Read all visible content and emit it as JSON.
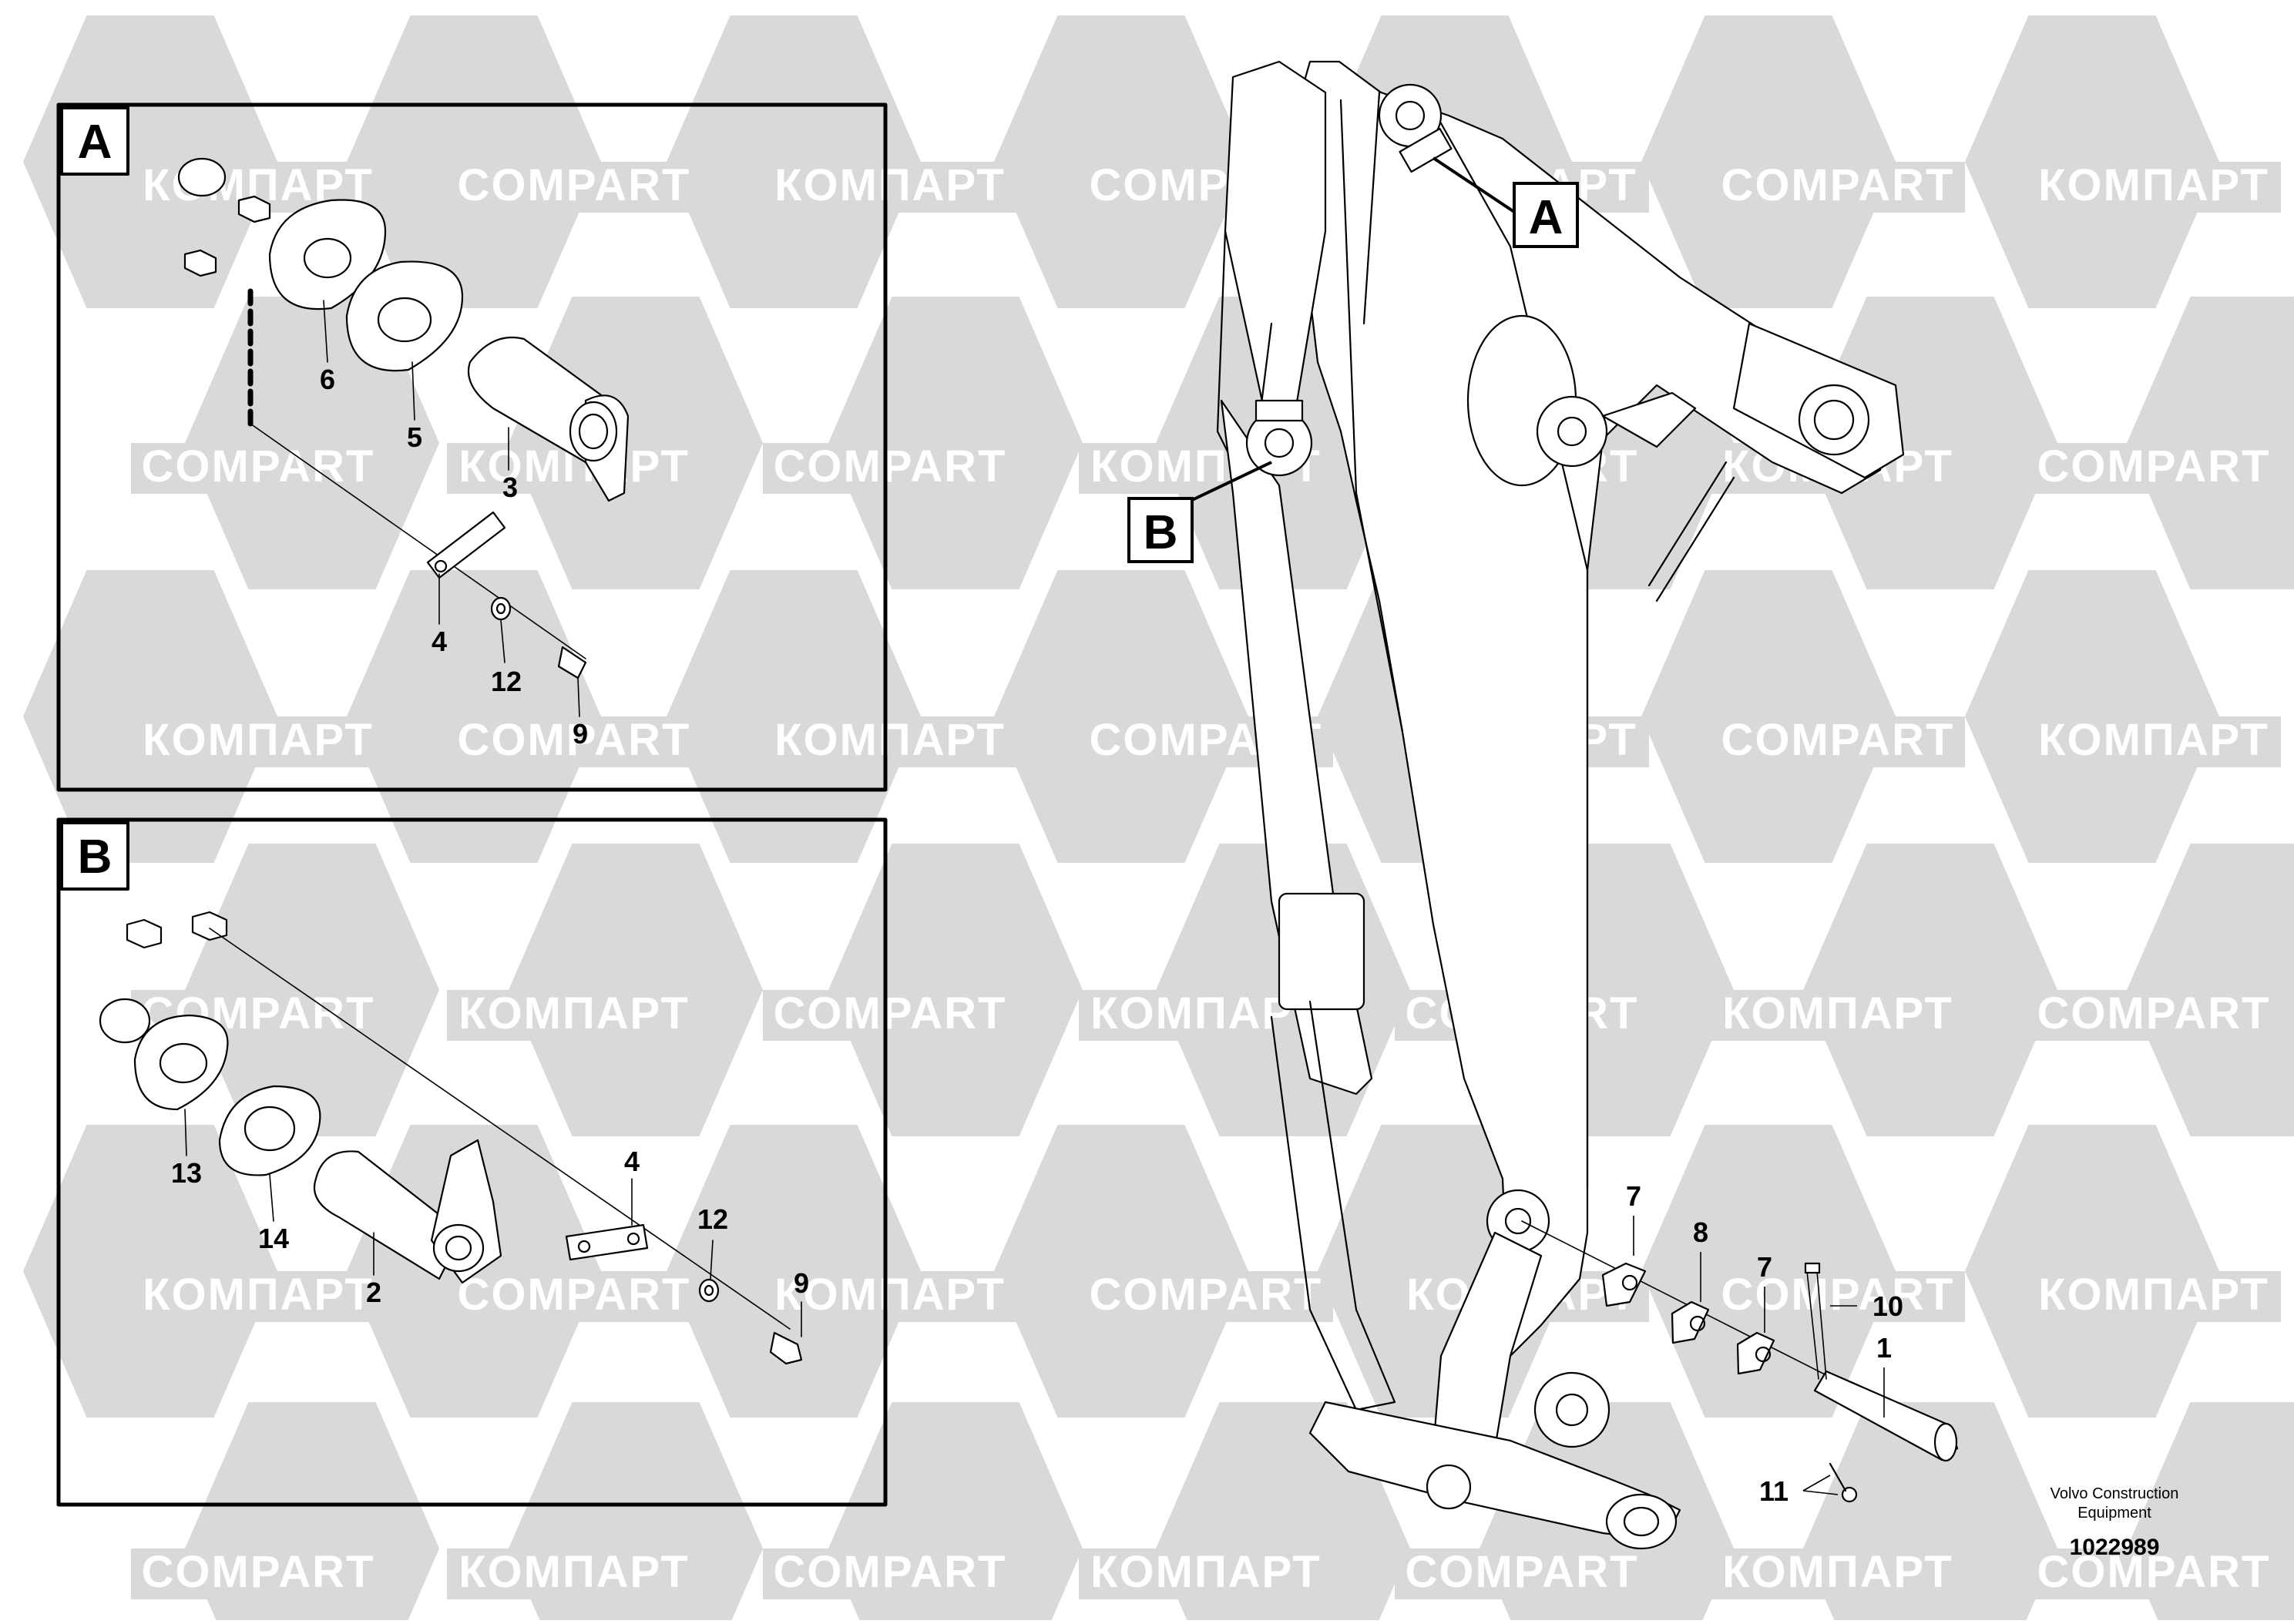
{
  "watermark": {
    "text_cyrillic": "КОМПАРТ",
    "text_latin": "COMPART",
    "fill_color": "#d9d9d9",
    "text_color": "#ffffff"
  },
  "insets": [
    {
      "id": "A",
      "label": "A",
      "callouts": [
        "6",
        "5",
        "3",
        "4",
        "12",
        "9"
      ]
    },
    {
      "id": "B",
      "label": "B",
      "callouts": [
        "13",
        "14",
        "2",
        "4",
        "12",
        "9"
      ]
    }
  ],
  "main_view": {
    "detail_labels": [
      "A",
      "B"
    ],
    "callouts": [
      "7",
      "8",
      "7",
      "10",
      "1",
      "11"
    ]
  },
  "credit": {
    "line1": "Volvo Construction",
    "line2": "Equipment"
  },
  "document_number": "1022989",
  "colors": {
    "line": "#000000",
    "background": "#ffffff"
  }
}
